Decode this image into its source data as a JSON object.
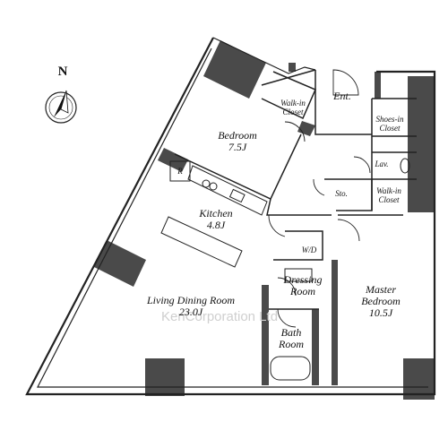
{
  "compass": {
    "north_label": "N"
  },
  "rooms": {
    "bedroom": {
      "name": "Bedroom",
      "size": "7.5J"
    },
    "walkin_closet_1": {
      "line1": "Walk-in",
      "line2": "Closet"
    },
    "entrance": {
      "name": "Ent."
    },
    "shoes_in_closet": {
      "line1": "Shoes-in",
      "line2": "Closet"
    },
    "lavatory": {
      "name": "Lav."
    },
    "storage": {
      "name": "Sto."
    },
    "walkin_closet_2": {
      "line1": "Walk-in",
      "line2": "Closet"
    },
    "refrigerator": {
      "name": "R"
    },
    "kitchen": {
      "name": "Kitchen",
      "size": "4.8J"
    },
    "washer_dryer": {
      "name": "W/D"
    },
    "dressing_room": {
      "line1": "Dressing",
      "line2": "Room"
    },
    "master_bedroom": {
      "line1": "Master",
      "line2": "Bedroom",
      "size": "10.5J"
    },
    "living_dining_room": {
      "name": "Living Dining Room",
      "size": "23.0J"
    },
    "bath_room": {
      "line1": "Bath",
      "line2": "Room"
    }
  },
  "watermark": "KenCorporation Ltd",
  "colors": {
    "wall": "#4a4a4a",
    "line": "#222222",
    "background": "#ffffff"
  }
}
